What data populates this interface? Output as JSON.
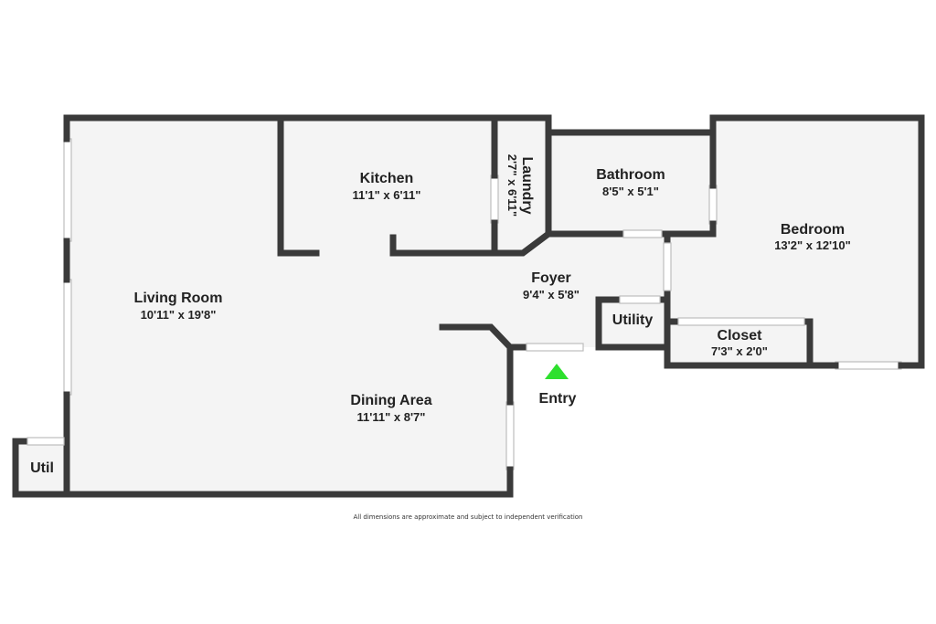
{
  "colors": {
    "wall": "#3a3a3a",
    "floor": "#f4f4f4",
    "window": "#cfcfcf",
    "entry_marker": "#2ee02e"
  },
  "rooms": {
    "living_room": {
      "name": "Living Room",
      "dims": "10'11\" x 19'8\""
    },
    "kitchen": {
      "name": "Kitchen",
      "dims": "11'1\" x 6'11\""
    },
    "laundry": {
      "name": "Laundry",
      "dims": "2'7\" x 6'11\""
    },
    "bathroom": {
      "name": "Bathroom",
      "dims": "8'5\" x 5'1\""
    },
    "bedroom": {
      "name": "Bedroom",
      "dims": "13'2\" x 12'10\""
    },
    "foyer": {
      "name": "Foyer",
      "dims": "9'4\" x 5'8\""
    },
    "utility": {
      "name": "Utility"
    },
    "closet": {
      "name": "Closet",
      "dims": "7'3\" x 2'0\""
    },
    "dining_area": {
      "name": "Dining Area",
      "dims": "11'11\" x 8'7\""
    },
    "util": {
      "name": "Util"
    }
  },
  "entry": {
    "label": "Entry",
    "icon": "triangle-up-icon"
  },
  "disclaimer": "All dimensions are approximate and subject to independent verification"
}
